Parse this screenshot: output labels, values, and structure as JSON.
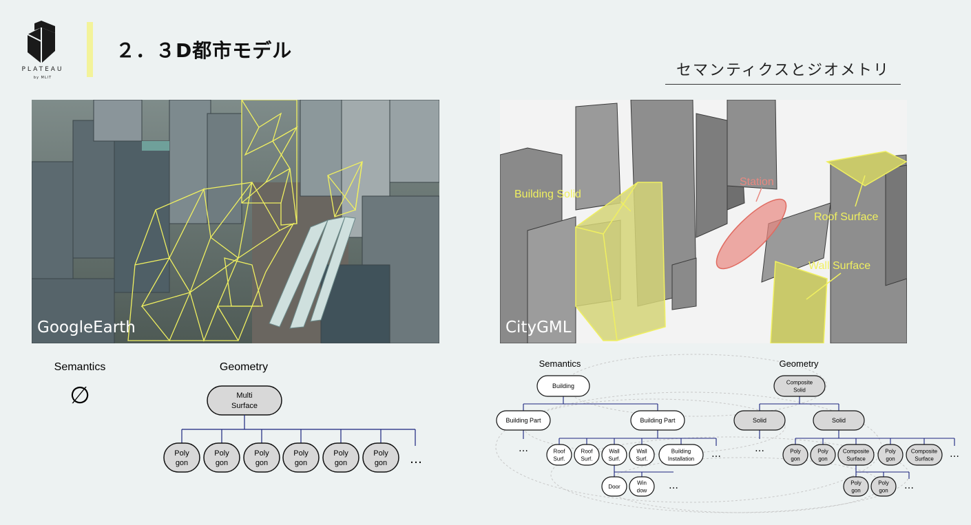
{
  "logo": {
    "text": "PLATEAU",
    "sub": "by MLIT"
  },
  "page": {
    "title": "２．３D都市モデル",
    "subtitle": "セマンティクスとジオメトリ"
  },
  "colors": {
    "accent_yellow": "#f3f39a",
    "wire_yellow": "#f0f060",
    "semantic_node": "#ffffff",
    "geometry_node": "#d8d8d8",
    "connector": "#1a237e",
    "station": "#e88880"
  },
  "left_photo": {
    "caption": "GoogleEarth"
  },
  "right_photo": {
    "caption": "CityGML",
    "labels": {
      "building_solid": "Building Solid",
      "station": "Station",
      "roof_surface": "Roof Surface",
      "wall_surface": "Wall Surface"
    }
  },
  "left_tree": {
    "semantics_label": "Semantics",
    "semantics_symbol": "∅",
    "geometry_label": "Geometry",
    "root": [
      "Multi",
      "Surface"
    ],
    "leaves": [
      [
        "Poly",
        "gon"
      ],
      [
        "Poly",
        "gon"
      ],
      [
        "Poly",
        "gon"
      ],
      [
        "Poly",
        "gon"
      ],
      [
        "Poly",
        "gon"
      ],
      [
        "Poly",
        "gon"
      ]
    ],
    "more": "…"
  },
  "right_tree": {
    "semantics_label": "Semantics",
    "geometry_label": "Geometry",
    "building": "Building",
    "building_parts": [
      "Building Part",
      "Building Part"
    ],
    "more": "…",
    "surfaces": [
      [
        "Roof",
        "Surf."
      ],
      [
        "Roof",
        "Surf."
      ],
      [
        "Wall",
        "Surf."
      ],
      [
        "Wall",
        "Surf."
      ],
      [
        "Building",
        "Installation"
      ]
    ],
    "openings": [
      [
        "Door"
      ],
      [
        "Win",
        "dow"
      ]
    ],
    "composite_solid": [
      "Composite",
      "Solid"
    ],
    "solids": [
      "Solid",
      "Solid"
    ],
    "geo_leaves": [
      [
        "Poly",
        "gon"
      ],
      [
        "Poly",
        "gon"
      ],
      [
        "Composite",
        "Surface"
      ],
      [
        "Poly",
        "gon"
      ],
      [
        "Composite",
        "Surface"
      ]
    ],
    "geo_sub_leaves": [
      [
        "Poly",
        "gon"
      ],
      [
        "Poly",
        "gon"
      ]
    ]
  }
}
